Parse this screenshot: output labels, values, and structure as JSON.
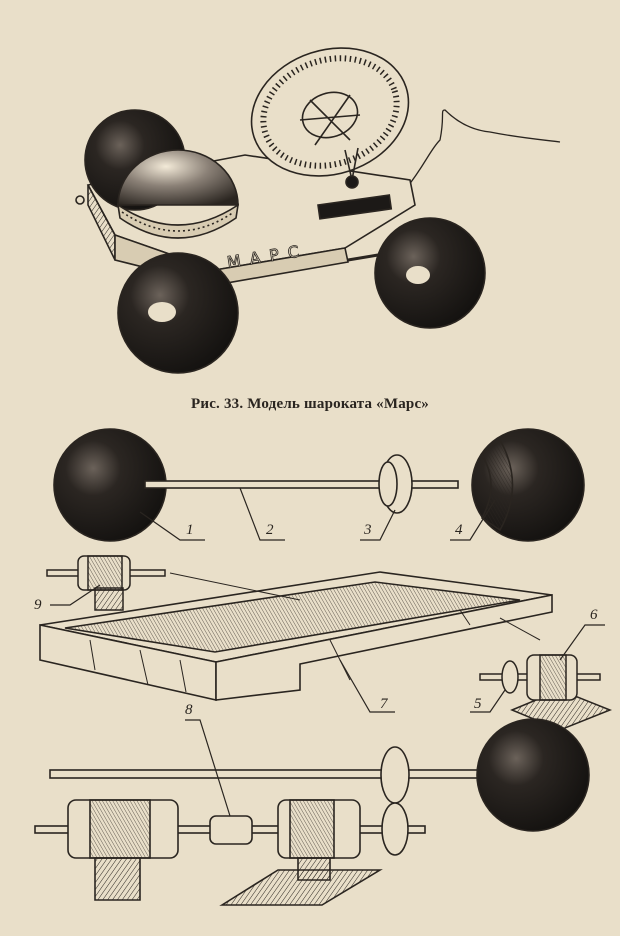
{
  "figure": {
    "caption": "Рис. 33. Модель шароката «Марс»",
    "plate_text": "МАРС"
  },
  "labels": [
    {
      "id": "1",
      "text": "1"
    },
    {
      "id": "2",
      "text": "2"
    },
    {
      "id": "3",
      "text": "3"
    },
    {
      "id": "4",
      "text": "4"
    },
    {
      "id": "5",
      "text": "5"
    },
    {
      "id": "6",
      "text": "6"
    },
    {
      "id": "7",
      "text": "7"
    },
    {
      "id": "8",
      "text": "8"
    },
    {
      "id": "9",
      "text": "9"
    }
  ],
  "colors": {
    "paper": "#e9dfc9",
    "ink": "#2a2520",
    "ball": "#1c1917"
  }
}
